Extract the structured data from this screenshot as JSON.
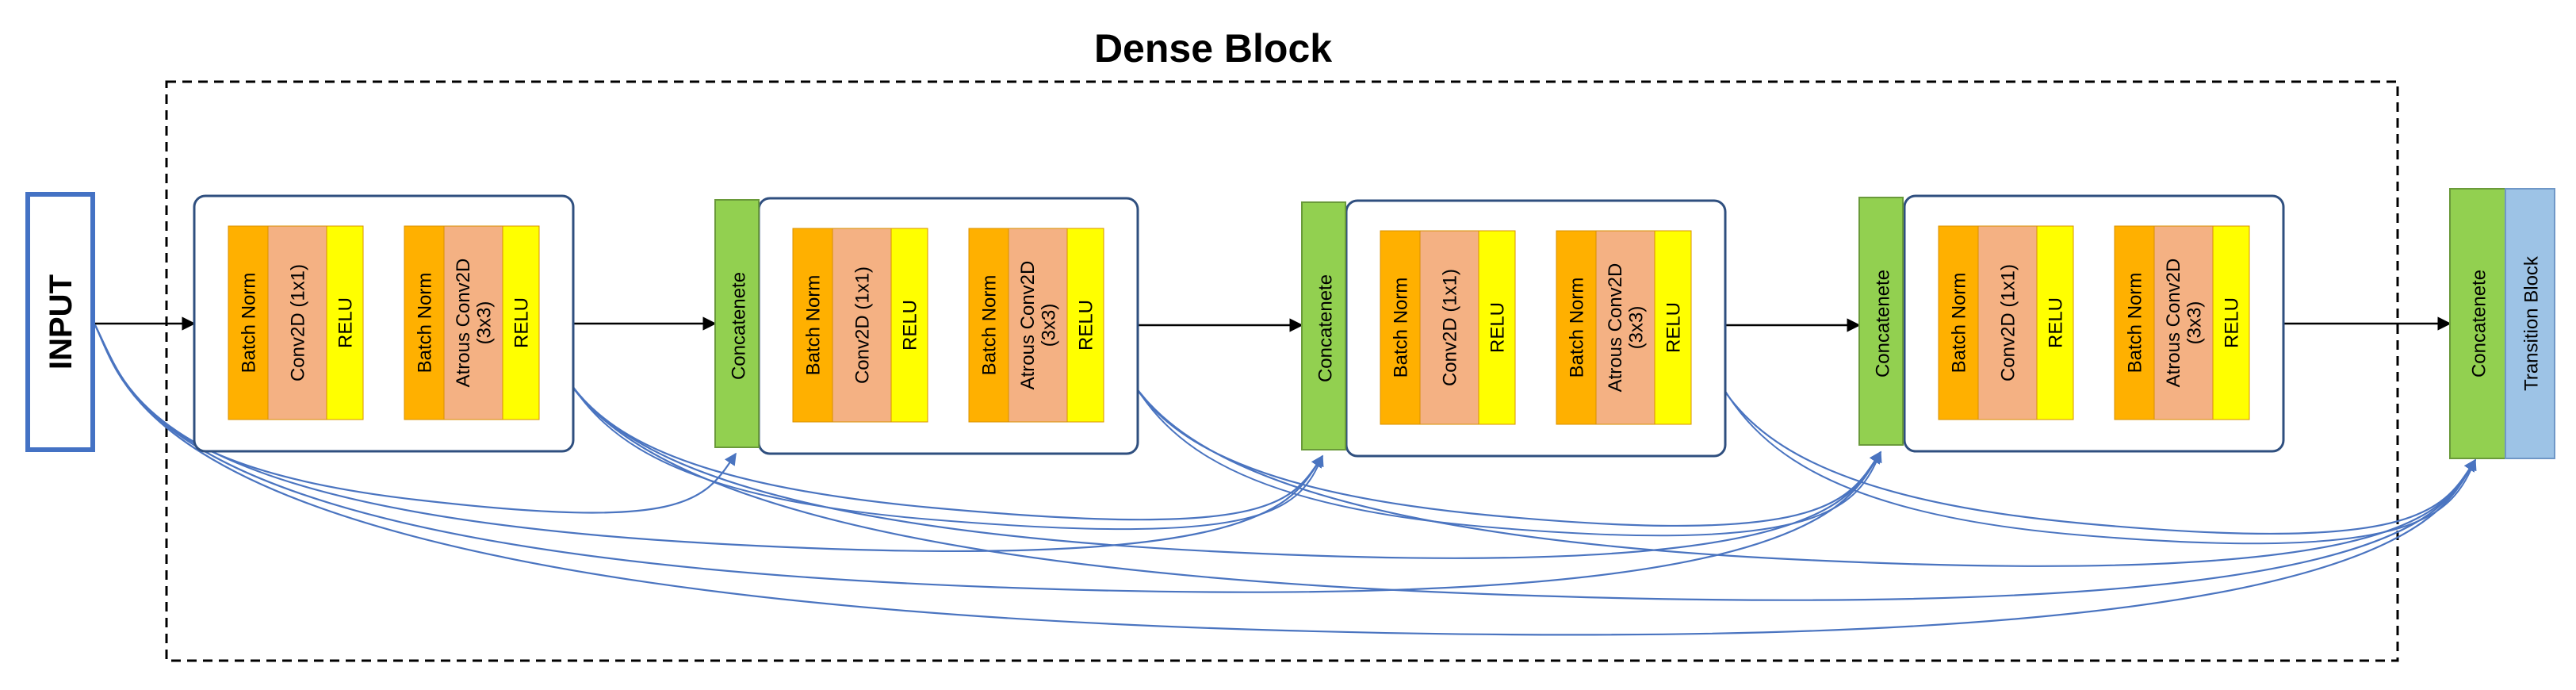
{
  "title": "Dense Block",
  "input_label": "INPUT",
  "concat_label": "Concatenete",
  "transition_label": "Transition Block",
  "layer_labels": {
    "batch_norm": "Batch Norm",
    "conv1x1": "Conv2D (1x1)",
    "relu": "RELU",
    "atrous_line1": "Atrous Conv2D",
    "atrous_line2": "(3x3)"
  },
  "colors": {
    "input_border": "#4472c4",
    "module_border": "#2f4f7f",
    "batch_norm": "#ffb000",
    "conv": "#f4b183",
    "relu": "#ffff00",
    "concat": "#92d050",
    "transition": "#9dc3e6",
    "skip_line": "#4a74c0",
    "arrow": "#000000"
  }
}
